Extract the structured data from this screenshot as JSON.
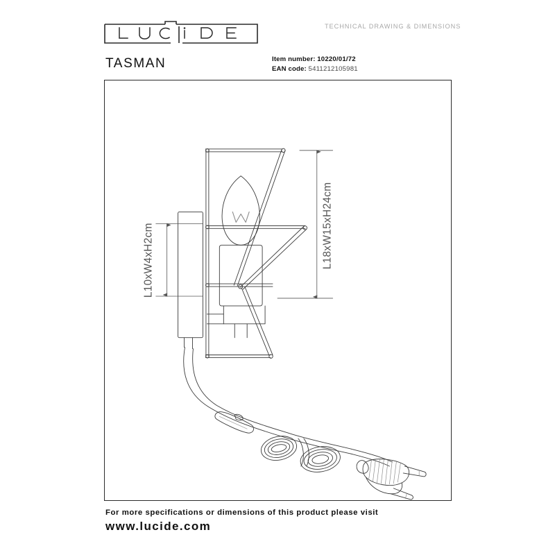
{
  "header": {
    "logo_text": "LUCiDE",
    "logo_letters": [
      "L",
      "U",
      "C",
      "i",
      "D",
      "E"
    ],
    "tagline": "TECHNICAL DRAWING & DIMENSIONS"
  },
  "product": {
    "name": "TASMAN",
    "item_number_label": "Item number:",
    "item_number_value": "10220/01/72",
    "ean_label": "EAN code:",
    "ean_value": "5411212105981"
  },
  "drawing": {
    "title": "Wall sconce technical drawing",
    "dimensions": {
      "left_label": "L10xW4xH2cm",
      "right_label": "L18xW15xH24cm"
    },
    "bulb_marking": "W",
    "parts": [
      "wall-mount-plate",
      "wire-frame-shade",
      "candle-bulb",
      "lamp-socket",
      "power-cable",
      "inline-switch",
      "cable-coil",
      "euro-plug"
    ]
  },
  "footer": {
    "line1": "For more specifications or dimensions of this product please visit",
    "line2": "www.lucide.com"
  },
  "colors": {
    "line": "#2a2a2a",
    "tagline": "#a8a8a8",
    "dimension_text": "#555555",
    "background": "#ffffff"
  }
}
